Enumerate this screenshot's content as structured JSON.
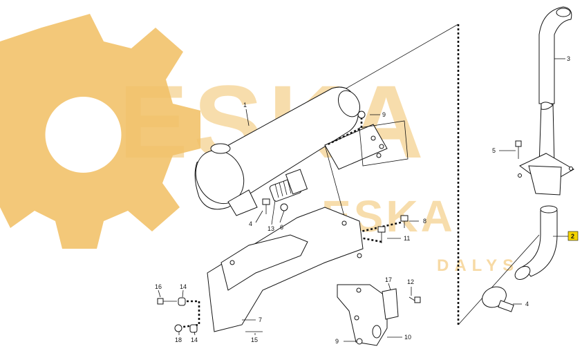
{
  "watermark": {
    "brand_main": "ESKA",
    "brand_small": "ESKA",
    "brand_sub": "DALYS",
    "color": "#f2c26a"
  },
  "colors": {
    "line": "#111111",
    "highlight": "#f4d400"
  },
  "callouts": {
    "c1": "1",
    "c2": "2",
    "c3": "3",
    "c4a": "4",
    "c4b": "4",
    "c5": "5",
    "c6": "6",
    "c7": "7",
    "c8": "8",
    "c9a": "9",
    "c9b": "9",
    "c10": "10",
    "c11": "11",
    "c12": "12",
    "c13": "13",
    "c14a": "14",
    "c14b": "14",
    "c15": "15",
    "c16": "16",
    "c17": "17",
    "c18": "18"
  },
  "highlighted_callout": "2"
}
